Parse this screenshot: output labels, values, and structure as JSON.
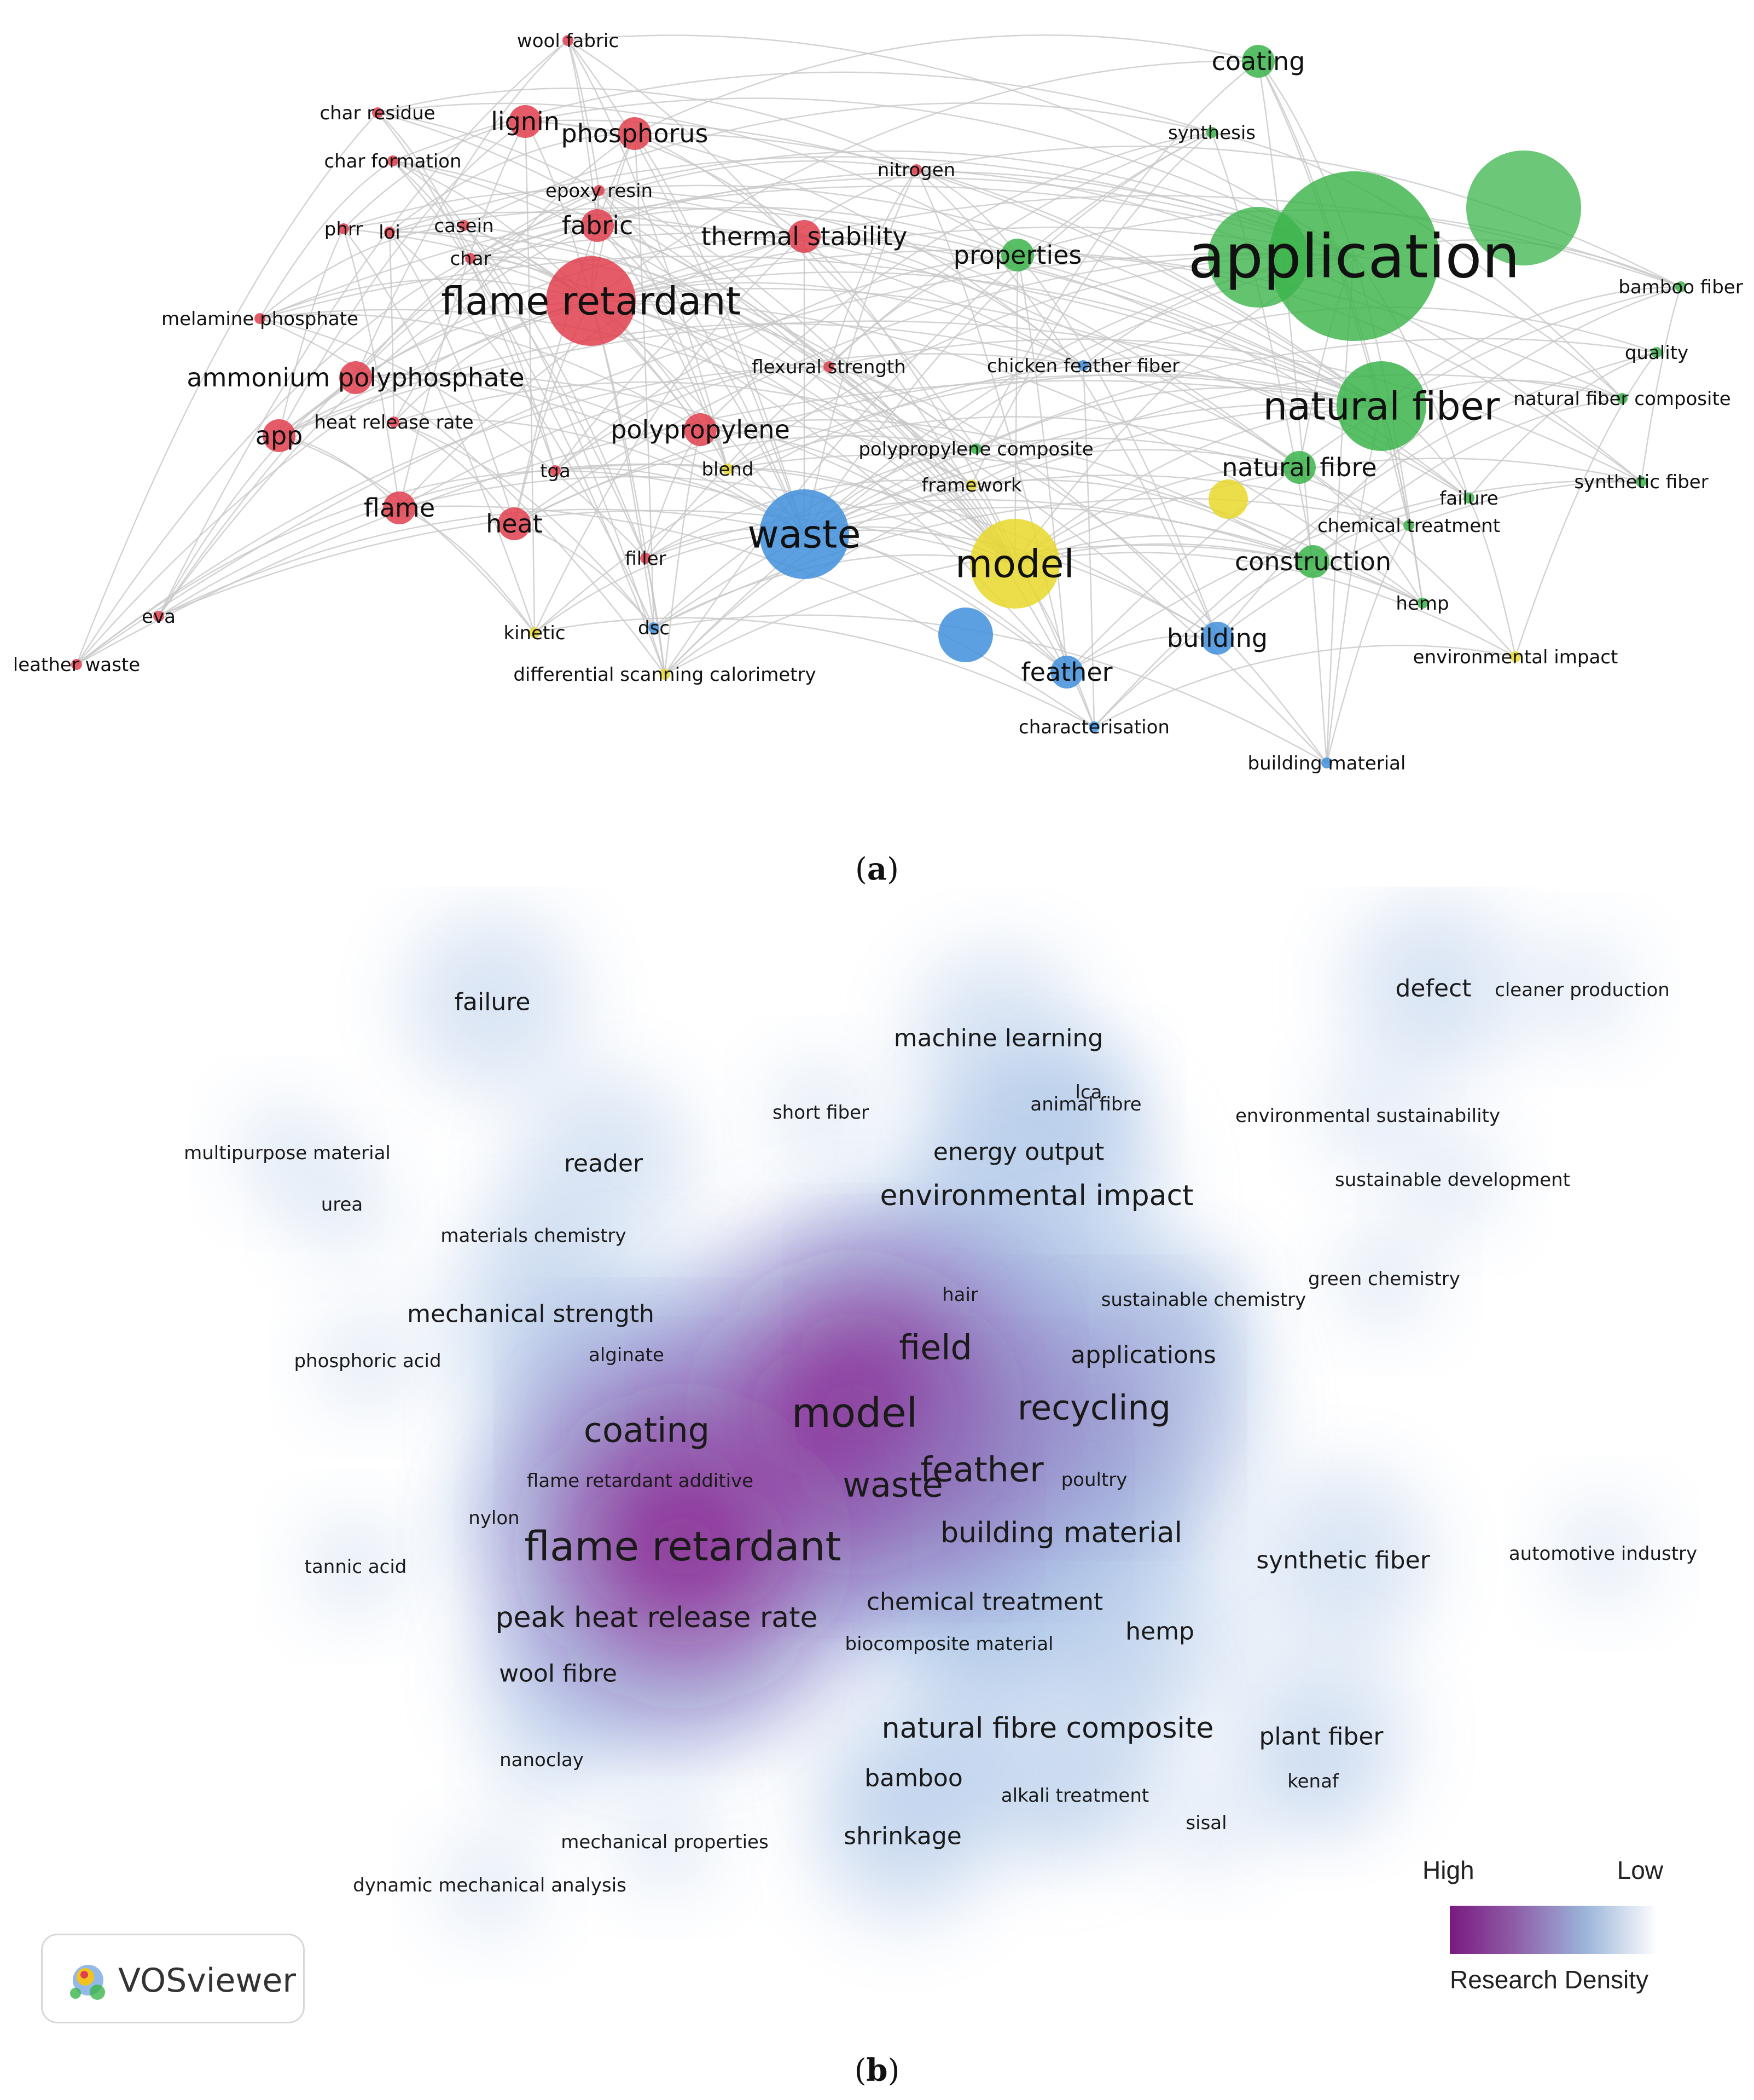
{
  "colors": {
    "red": "#e0404e",
    "green": "#3cb44b",
    "blue": "#3f8fdc",
    "yellow": "#e8d82a",
    "edge": "#c8c8c8",
    "density_high": "#7a1a80",
    "density_low": "#ffffff"
  },
  "caption_a": "a",
  "caption_b": "b",
  "network": {
    "nodes": [
      {
        "label": "wool fabric",
        "c": "red",
        "s": "small"
      },
      {
        "label": "char residue",
        "c": "red",
        "s": "small"
      },
      {
        "label": "lignin",
        "c": "red",
        "s": "mid"
      },
      {
        "label": "phosphorus",
        "c": "red",
        "s": "mid"
      },
      {
        "label": "char formation",
        "c": "red",
        "s": "small"
      },
      {
        "label": "epoxy resin",
        "c": "red",
        "s": "small"
      },
      {
        "label": "nitrogen",
        "c": "red",
        "s": "small"
      },
      {
        "label": "phrr",
        "c": "red",
        "s": "small"
      },
      {
        "label": "loi",
        "c": "red",
        "s": "small"
      },
      {
        "label": "casein",
        "c": "red",
        "s": "small"
      },
      {
        "label": "fabric",
        "c": "red",
        "s": "mid"
      },
      {
        "label": "char",
        "c": "red",
        "s": "small"
      },
      {
        "label": "thermal stability",
        "c": "red",
        "s": "mid"
      },
      {
        "label": "flame retardant",
        "c": "red",
        "s": "big"
      },
      {
        "label": "melamine phosphate",
        "c": "red",
        "s": "small"
      },
      {
        "label": "ammonium polyphosphate",
        "c": "red",
        "s": "mid"
      },
      {
        "label": "flexural strength",
        "c": "red",
        "s": "small"
      },
      {
        "label": "app",
        "c": "red",
        "s": "mid"
      },
      {
        "label": "heat release rate",
        "c": "red",
        "s": "small"
      },
      {
        "label": "polypropylene",
        "c": "red",
        "s": "mid"
      },
      {
        "label": "blend",
        "c": "yellow",
        "s": "small"
      },
      {
        "label": "tga",
        "c": "red",
        "s": "small"
      },
      {
        "label": "flame",
        "c": "red",
        "s": "mid"
      },
      {
        "label": "heat",
        "c": "red",
        "s": "mid"
      },
      {
        "label": "filler",
        "c": "red",
        "s": "small"
      },
      {
        "label": "eva",
        "c": "red",
        "s": "small"
      },
      {
        "label": "leather waste",
        "c": "red",
        "s": "small"
      },
      {
        "label": "kinetic",
        "c": "yellow",
        "s": "small"
      },
      {
        "label": "dsc",
        "c": "blue",
        "s": "small"
      },
      {
        "label": "differential scanning calorimetry",
        "c": "yellow",
        "s": "small"
      },
      {
        "label": "waste",
        "c": "blue",
        "s": "big"
      },
      {
        "label": "properties",
        "c": "green",
        "s": "mid"
      },
      {
        "label": "chicken feather fiber",
        "c": "blue",
        "s": "small"
      },
      {
        "label": "polypropylene composite",
        "c": "green",
        "s": "small"
      },
      {
        "label": "framework",
        "c": "yellow",
        "s": "small"
      },
      {
        "label": "model",
        "c": "yellow",
        "s": "big"
      },
      {
        "label": "feather",
        "c": "blue",
        "s": "mid"
      },
      {
        "label": "characterisation",
        "c": "blue",
        "s": "small"
      },
      {
        "label": "coating",
        "c": "green",
        "s": "mid"
      },
      {
        "label": "synthesis",
        "c": "green",
        "s": "small"
      },
      {
        "label": "application",
        "c": "green",
        "s": "huge"
      },
      {
        "label": "bamboo fiber",
        "c": "green",
        "s": "small"
      },
      {
        "label": "quality",
        "c": "green",
        "s": "small"
      },
      {
        "label": "natural fiber",
        "c": "green",
        "s": "big"
      },
      {
        "label": "natural fiber composite",
        "c": "green",
        "s": "small"
      },
      {
        "label": "natural fibre",
        "c": "green",
        "s": "mid"
      },
      {
        "label": "synthetic fiber",
        "c": "green",
        "s": "small"
      },
      {
        "label": "failure",
        "c": "green",
        "s": "small"
      },
      {
        "label": "chemical treatment",
        "c": "green",
        "s": "small"
      },
      {
        "label": "construction",
        "c": "green",
        "s": "mid"
      },
      {
        "label": "hemp",
        "c": "green",
        "s": "small"
      },
      {
        "label": "building",
        "c": "blue",
        "s": "mid"
      },
      {
        "label": "environmental impact",
        "c": "yellow",
        "s": "small"
      },
      {
        "label": "building material",
        "c": "blue",
        "s": "small"
      }
    ]
  },
  "density": {
    "terms": [
      {
        "label": "failure",
        "w": 1
      },
      {
        "label": "defect",
        "w": 1
      },
      {
        "label": "cleaner production",
        "w": 0
      },
      {
        "label": "machine learning",
        "w": 1
      },
      {
        "label": "short fiber",
        "w": 0
      },
      {
        "label": "animal fibre",
        "w": 0
      },
      {
        "label": "lca",
        "w": 0
      },
      {
        "label": "environmental sustainability",
        "w": 0
      },
      {
        "label": "multipurpose material",
        "w": 0
      },
      {
        "label": "reader",
        "w": 1
      },
      {
        "label": "energy output",
        "w": 1
      },
      {
        "label": "sustainable development",
        "w": 0
      },
      {
        "label": "urea",
        "w": 0
      },
      {
        "label": "environmental impact",
        "w": 2
      },
      {
        "label": "materials chemistry",
        "w": 0
      },
      {
        "label": "green chemistry",
        "w": 0
      },
      {
        "label": "mechanical strength",
        "w": 1
      },
      {
        "label": "hair",
        "w": 0
      },
      {
        "label": "sustainable chemistry",
        "w": 0
      },
      {
        "label": "phosphoric acid",
        "w": 0
      },
      {
        "label": "alginate",
        "w": 0
      },
      {
        "label": "field",
        "w": 3
      },
      {
        "label": "applications",
        "w": 1
      },
      {
        "label": "coating",
        "w": 3
      },
      {
        "label": "model",
        "w": 4
      },
      {
        "label": "recycling",
        "w": 3
      },
      {
        "label": "flame retardant additive",
        "w": 0
      },
      {
        "label": "feather",
        "w": 3
      },
      {
        "label": "waste",
        "w": 3
      },
      {
        "label": "poultry",
        "w": 0
      },
      {
        "label": "nylon",
        "w": 0
      },
      {
        "label": "flame retardant",
        "w": 4
      },
      {
        "label": "building material",
        "w": 2
      },
      {
        "label": "synthetic fiber",
        "w": 1
      },
      {
        "label": "automotive industry",
        "w": 0
      },
      {
        "label": "tannic acid",
        "w": 0
      },
      {
        "label": "chemical treatment",
        "w": 1
      },
      {
        "label": "peak heat release rate",
        "w": 2
      },
      {
        "label": "biocomposite material",
        "w": 0
      },
      {
        "label": "hemp",
        "w": 1
      },
      {
        "label": "wool fibre",
        "w": 1
      },
      {
        "label": "natural fibre composite",
        "w": 2
      },
      {
        "label": "plant fiber",
        "w": 1
      },
      {
        "label": "nanoclay",
        "w": 0
      },
      {
        "label": "bamboo",
        "w": 1
      },
      {
        "label": "kenaf",
        "w": 0
      },
      {
        "label": "alkali treatment",
        "w": 0
      },
      {
        "label": "sisal",
        "w": 0
      },
      {
        "label": "mechanical properties",
        "w": 0
      },
      {
        "label": "shrinkage",
        "w": 1
      },
      {
        "label": "dynamic mechanical analysis",
        "w": 0
      }
    ],
    "legend": {
      "high": "High",
      "low": "Low",
      "title": "Research Density"
    },
    "brand": "VOSviewer"
  }
}
